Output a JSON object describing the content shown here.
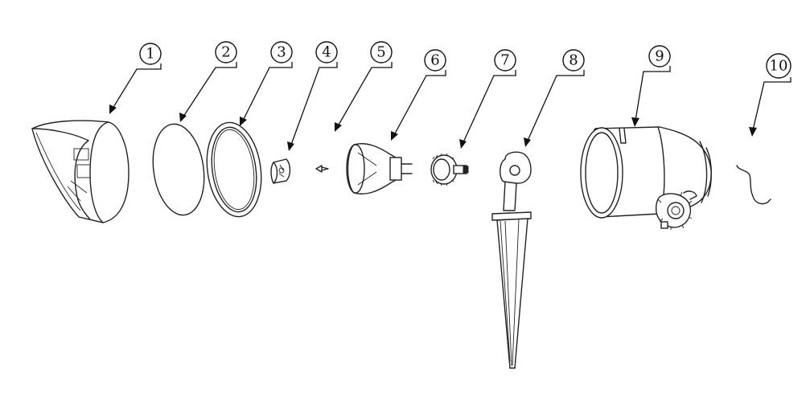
{
  "diagram": {
    "callouts": [
      {
        "number": "1"
      },
      {
        "number": "2"
      },
      {
        "number": "3"
      },
      {
        "number": "4"
      },
      {
        "number": "5"
      },
      {
        "number": "6"
      },
      {
        "number": "7"
      },
      {
        "number": "8"
      },
      {
        "number": "9"
      },
      {
        "number": "10"
      }
    ]
  }
}
